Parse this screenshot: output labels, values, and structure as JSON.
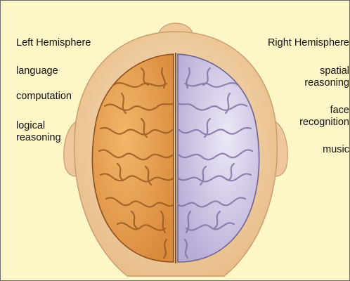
{
  "left_hemisphere": {
    "heading": "Left Hemisphere",
    "functions": [
      "language",
      "computation",
      "logical\nreasoning"
    ]
  },
  "right_hemisphere": {
    "heading": "Right Hemisphere",
    "functions": [
      "spatial\nreasoning",
      "face\nrecognition",
      "music"
    ]
  },
  "colors": {
    "background": "#fef6c6",
    "skin": "#f3d3a8",
    "left_brain": "#e9a052",
    "right_brain": "#cfc6e4"
  }
}
